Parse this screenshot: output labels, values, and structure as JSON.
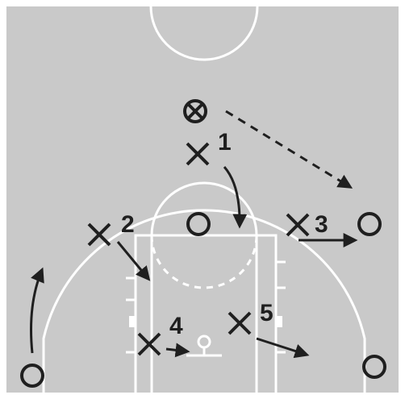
{
  "diagram": {
    "type": "basketball-half-court-play",
    "colors": {
      "court": "#c9c9c9",
      "lines": "#ffffff",
      "ink": "#1f1f1f",
      "border": "#ffffff"
    },
    "defenders": [
      {
        "id": "x1",
        "label": "1"
      },
      {
        "id": "x2",
        "label": "2"
      },
      {
        "id": "x3",
        "label": "3"
      },
      {
        "id": "x4",
        "label": "4"
      },
      {
        "id": "x5",
        "label": "5"
      }
    ],
    "offense": [
      {
        "id": "o-ball",
        "has_ball": true
      },
      {
        "id": "o-top",
        "has_ball": false
      },
      {
        "id": "o-right-wing",
        "has_ball": false
      },
      {
        "id": "o-left-corner",
        "has_ball": false
      },
      {
        "id": "o-right-corner",
        "has_ball": false
      }
    ],
    "movements": [
      {
        "id": "pass",
        "style": "dashed",
        "from": "o-ball",
        "to": "o-right-wing"
      },
      {
        "id": "x1-move",
        "style": "solid-curve",
        "from": "x1"
      },
      {
        "id": "x2-move",
        "style": "solid",
        "from": "x2"
      },
      {
        "id": "x3-move",
        "style": "solid",
        "from": "x3"
      },
      {
        "id": "x4-move",
        "style": "solid",
        "from": "x4"
      },
      {
        "id": "x5-move",
        "style": "solid",
        "from": "x5"
      },
      {
        "id": "left-corner-cut",
        "style": "solid-curve",
        "from": "o-left-corner"
      }
    ]
  }
}
